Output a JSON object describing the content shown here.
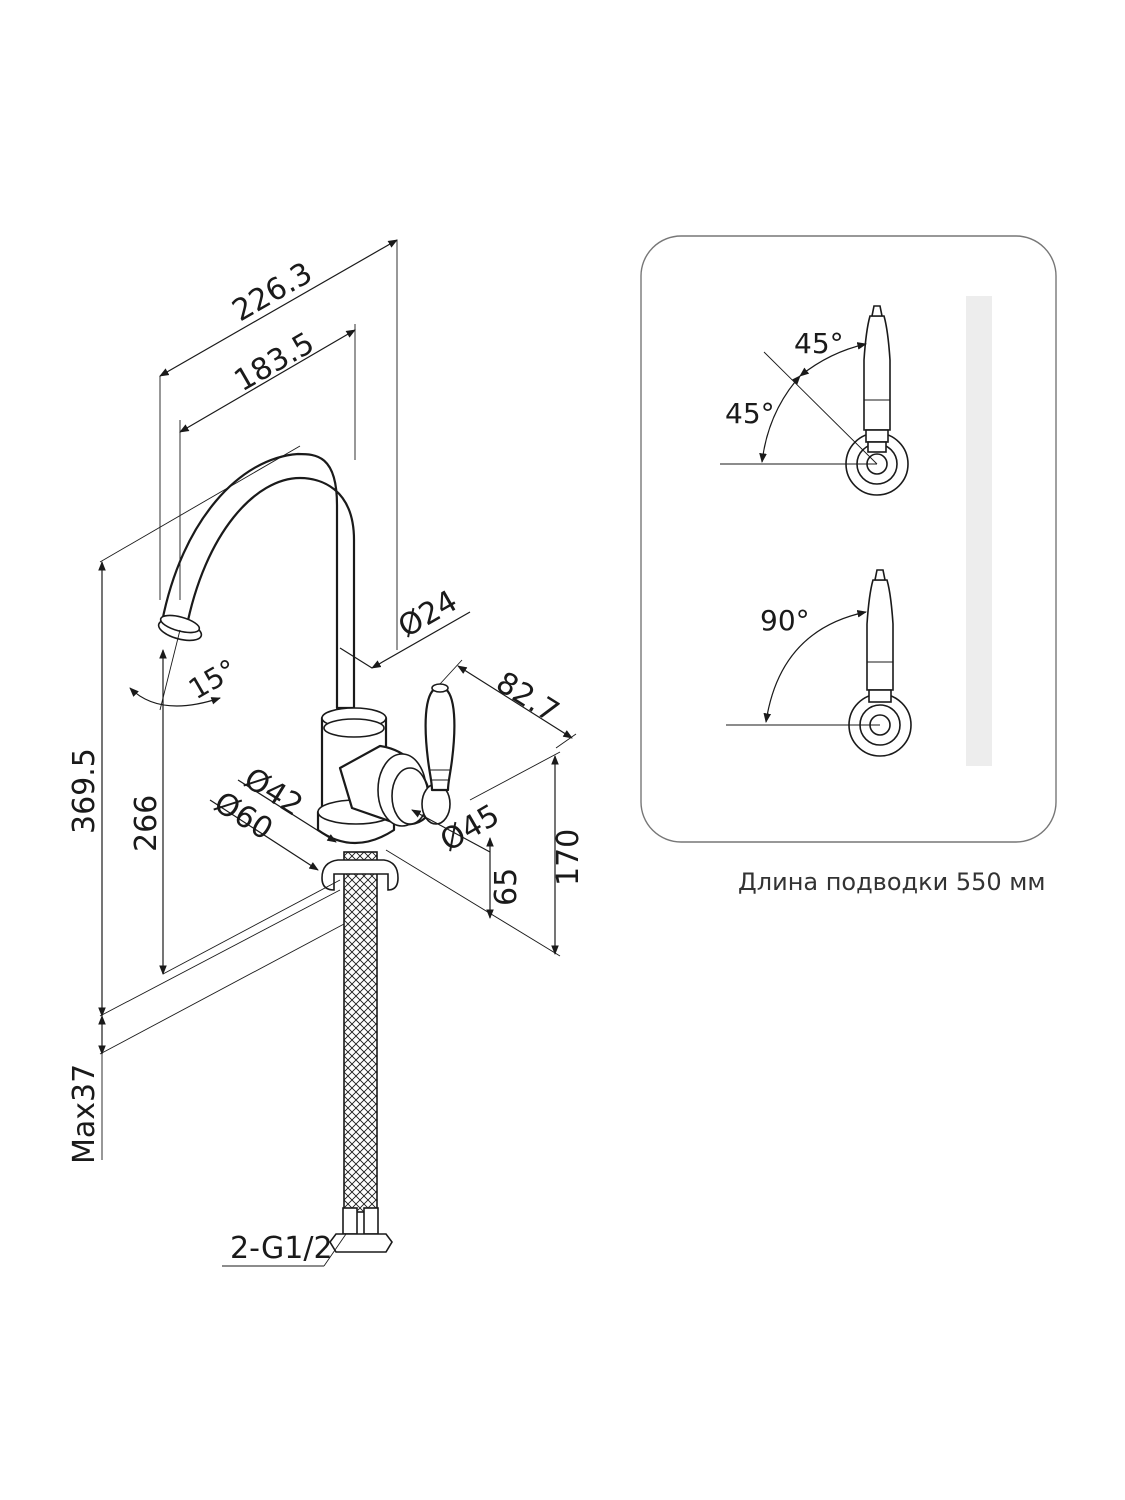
{
  "dimensions": {
    "spout_reach_total": "226.3",
    "spout_reach": "183.5",
    "tube_diameter": "Ø24",
    "spout_angle": "15°",
    "handle_projection": "82.7",
    "base_diameter_inner": "Ø42",
    "base_diameter_outer": "Ø60",
    "handle_diameter": "Ø45",
    "total_height": "369.5",
    "spout_height": "266",
    "handle_height": "170",
    "base_height": "65",
    "max_countertop": "Max37",
    "connection": "2-G1/2"
  },
  "inset": {
    "top_angle_a": "45°",
    "top_angle_b": "45°",
    "bottom_angle": "90°"
  },
  "caption": "Длина подводки 550 мм"
}
